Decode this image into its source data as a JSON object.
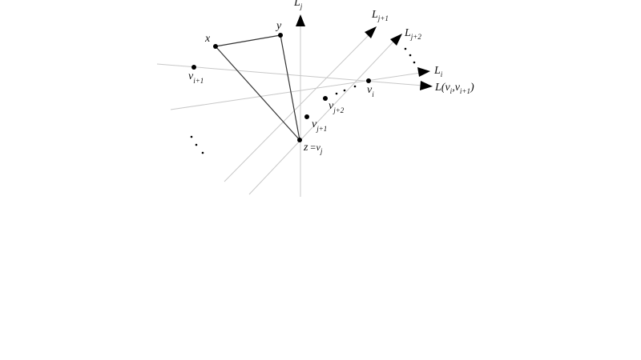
{
  "labels": {
    "Lj": {
      "main": "L",
      "sub": "j"
    },
    "Lj1": {
      "main": "L",
      "sub": "j+1"
    },
    "Lj2": {
      "main": "L",
      "sub": "j+2"
    },
    "Li": {
      "main": "L",
      "sub": "i"
    },
    "Lvv": {
      "pre": "L(v",
      "sub1": "i",
      "mid": ",v",
      "sub2": "i+1",
      "post": ")"
    },
    "x": "x",
    "y": "y",
    "z": {
      "main": "z",
      "eq": "=v",
      "sub": "j"
    },
    "vi1": {
      "main": "v",
      "sub": "i+1"
    },
    "vj1": {
      "main": "v",
      "sub": "j+1"
    },
    "vj2": {
      "main": "v",
      "sub": "j+2"
    },
    "vi": {
      "main": "v",
      "sub": "i"
    }
  },
  "colors": {
    "rays": "#c8c8c8",
    "edges": "#333333",
    "points": "#000000"
  }
}
